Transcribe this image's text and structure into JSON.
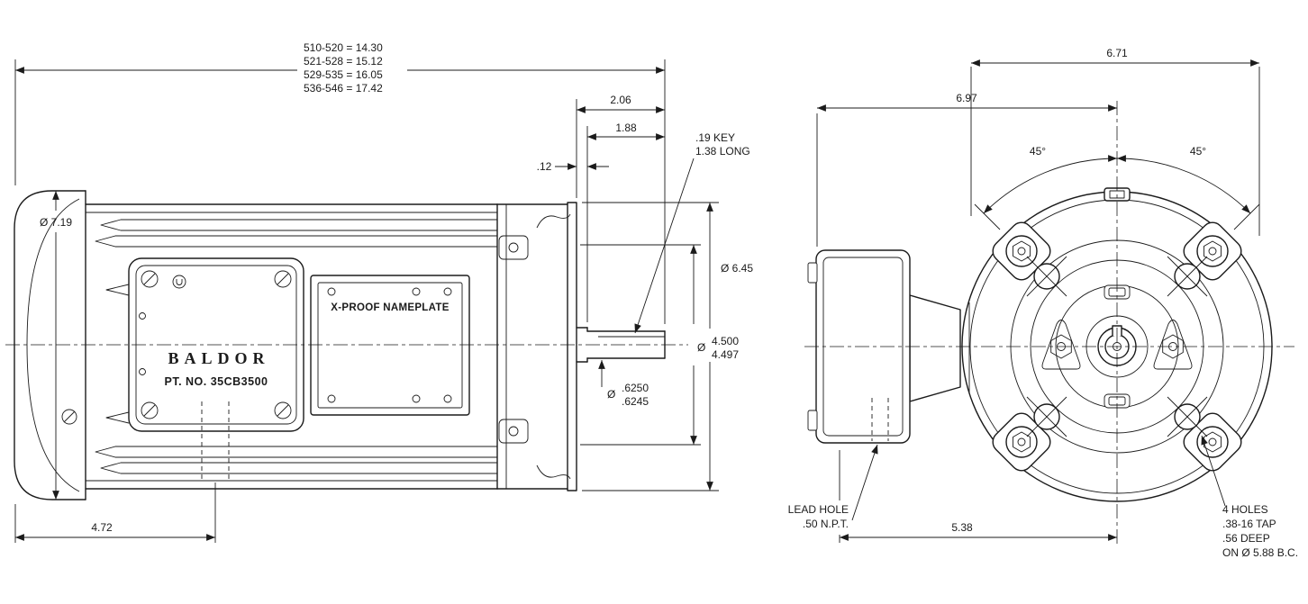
{
  "style": {
    "line_color": "#1b1b1b",
    "background": "#ffffff"
  },
  "left_view": {
    "length_table": [
      "510-520 = 14.30",
      "521-528 = 15.12",
      "529-535 = 16.05",
      "536-546 = 17.42"
    ],
    "dims": {
      "shaft_ext_total": "2.06",
      "shaft_ext_usable": "1.88",
      "face_offset": ".12",
      "end_bell_dia": "Ø 7.19",
      "face_dia": "Ø 6.45",
      "end_to_box_center": "4.72"
    },
    "key_note": {
      "line1": ".19 KEY",
      "line2": "1.38 LONG"
    },
    "pilot_dia": {
      "symbol": "Ø",
      "upper": "4.500",
      "lower": "4.497"
    },
    "shaft_dia": {
      "symbol": "Ø",
      "upper": ".6250",
      "lower": ".6245"
    },
    "nameplate": {
      "brand": "BALDOR",
      "part_no": "PT. NO. 35CB3500"
    },
    "xproof_nameplate": {
      "label": "X-PROOF NAMEPLATE"
    }
  },
  "right_view": {
    "dims": {
      "cover_width": "6.71",
      "box_to_center": "6.97",
      "angle_left": "45°",
      "angle_right": "45°",
      "lead_to_center": "5.38"
    },
    "lead_hole_note": {
      "line1": "LEAD HOLE",
      "line2": ".50 N.P.T."
    },
    "tapped_holes_note": {
      "line1": "4 HOLES",
      "line2": ".38-16 TAP",
      "line3": ".56 DEEP",
      "line4": "ON Ø 5.88 B.C."
    }
  }
}
